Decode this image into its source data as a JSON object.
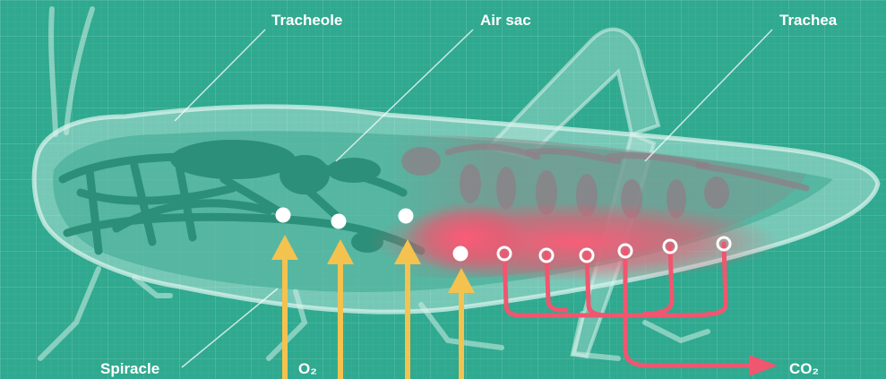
{
  "labels": {
    "tracheole": "Tracheole",
    "air_sac": "Air sac",
    "trachea": "Trachea",
    "spiracle": "Spiracle",
    "o2": "O₂",
    "co2": "CO₂"
  },
  "colors": {
    "background": "#2fa98f",
    "tracheal_system": "#2c8f79",
    "body_outline": "#cfeee6",
    "oxygen_arrow": "#f4c24f",
    "co2_path": "#f0566f",
    "label_text": "#ffffff"
  }
}
